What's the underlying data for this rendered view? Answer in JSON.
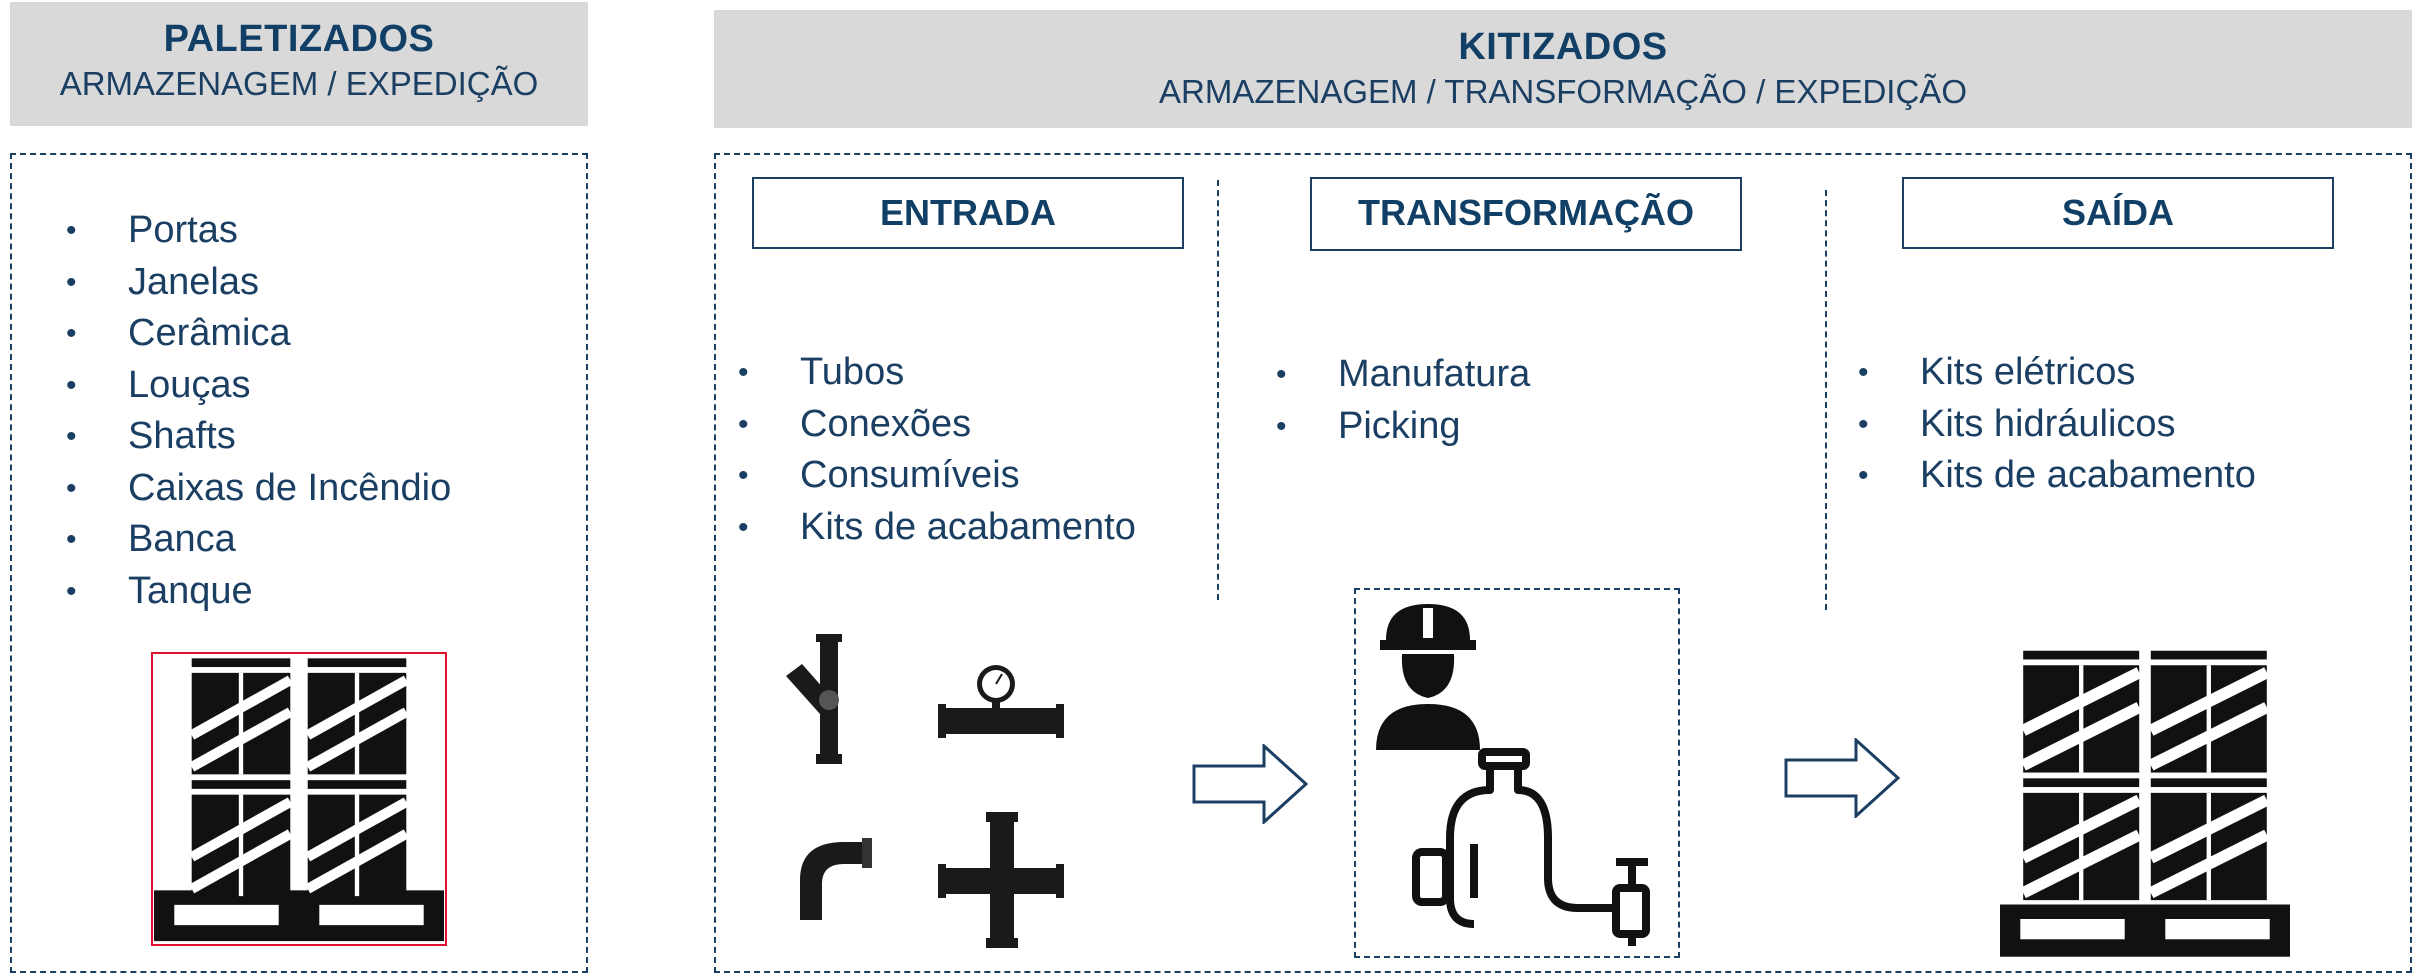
{
  "paletizados": {
    "title": "PALETIZADOS",
    "subtitle": "ARMAZENAGEM / EXPEDIÇÃO",
    "items": [
      "Portas",
      "Janelas",
      "Cerâmica",
      "Louças",
      "Shafts",
      "Caixas de Incêndio",
      "Banca",
      "Tanque"
    ],
    "image_icon": "pallet-boxes-icon"
  },
  "kitizados": {
    "title": "KITIZADOS",
    "subtitle": "ARMAZENAGEM / TRANSFORMAÇÃO / EXPEDIÇÃO",
    "entrada": {
      "label": "ENTRADA",
      "items": [
        "Tubos",
        "Conexões",
        "Consumíveis",
        "Kits de acabamento"
      ],
      "icons": [
        "pipe-y-fitting-icon",
        "pipe-gauge-icon",
        "pipe-elbow-icon",
        "pipe-cross-icon"
      ]
    },
    "transformacao": {
      "label": "TRANSFORMAÇÃO",
      "items": [
        "Manufatura",
        "Picking"
      ],
      "icons": [
        "worker-hardhat-icon",
        "faucet-pipe-icon"
      ]
    },
    "saida": {
      "label": "SAÍDA",
      "items": [
        "Kits elétricos",
        "Kits hidráulicos",
        "Kits de acabamento"
      ],
      "image_icon": "pallet-boxes-icon"
    }
  },
  "colors": {
    "primary": "#1b3f63",
    "header_bg": "#d9d9d9",
    "highlight_border": "#e0102e"
  }
}
